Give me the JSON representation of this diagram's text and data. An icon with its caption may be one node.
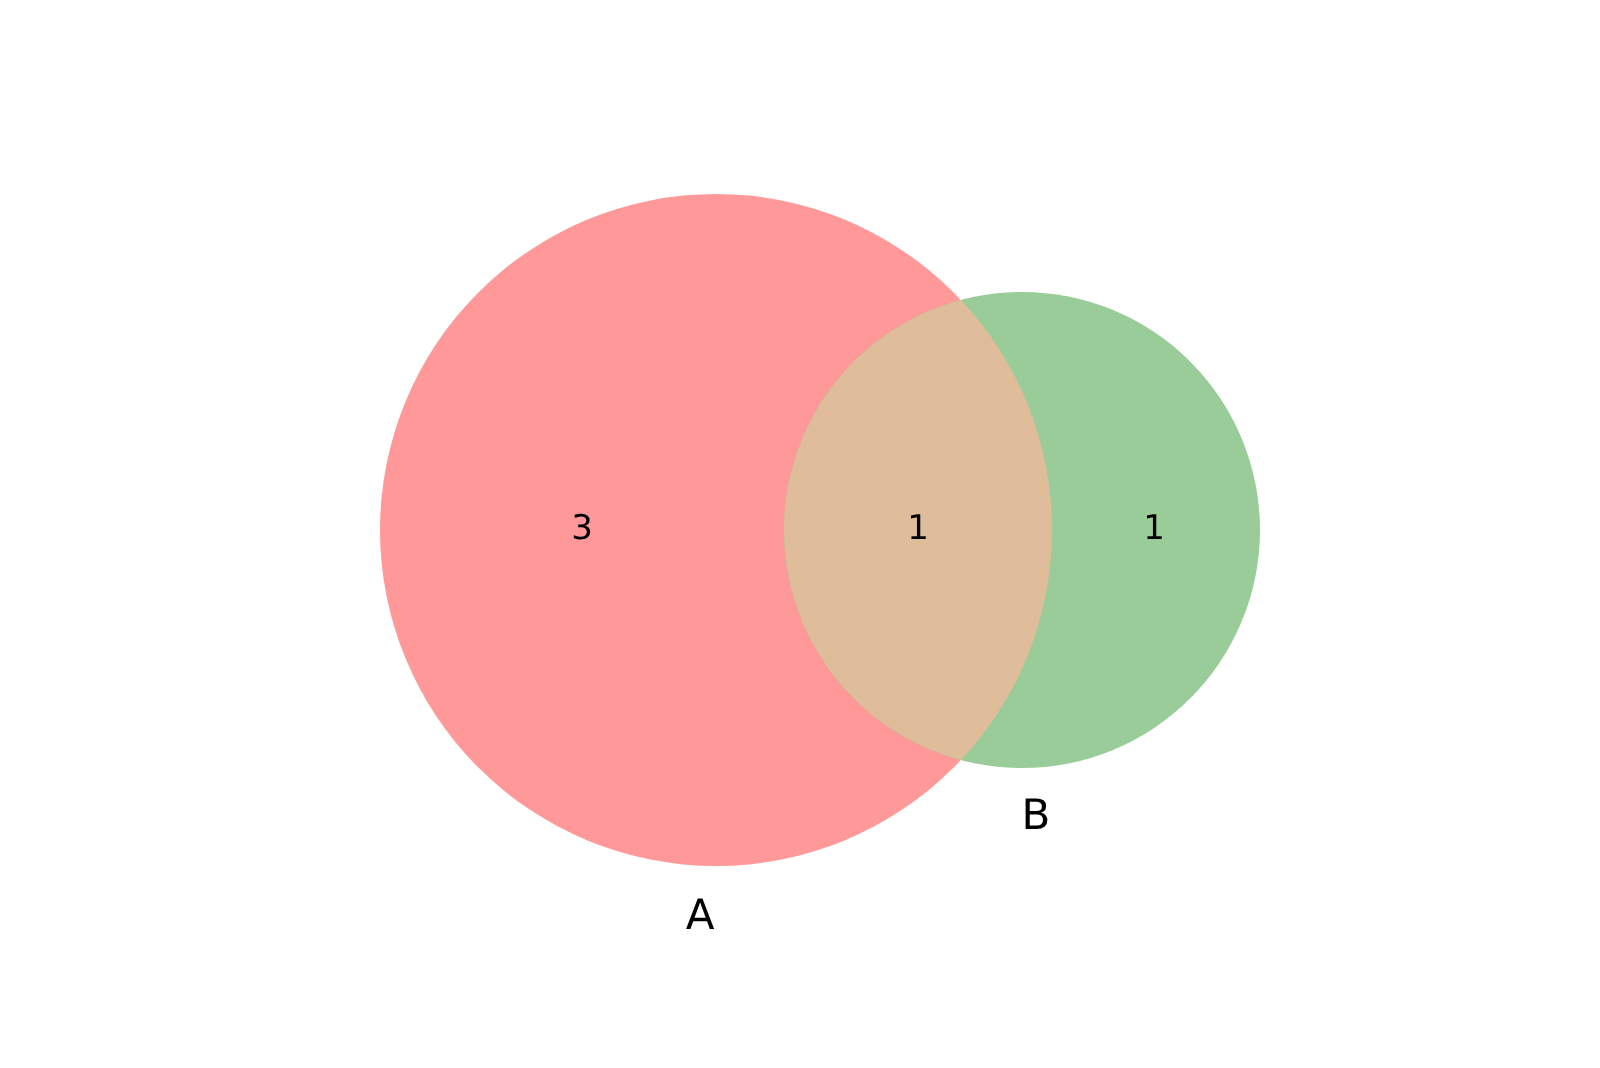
{
  "diagram": {
    "nodes": [
      {
        "text": [
          "A"
        ]
      },
      {
        "text": [
          "B"
        ]
      }
    ],
    "edges": [],
    "labels": [
      "3",
      "1",
      "1"
    ]
  }
}
